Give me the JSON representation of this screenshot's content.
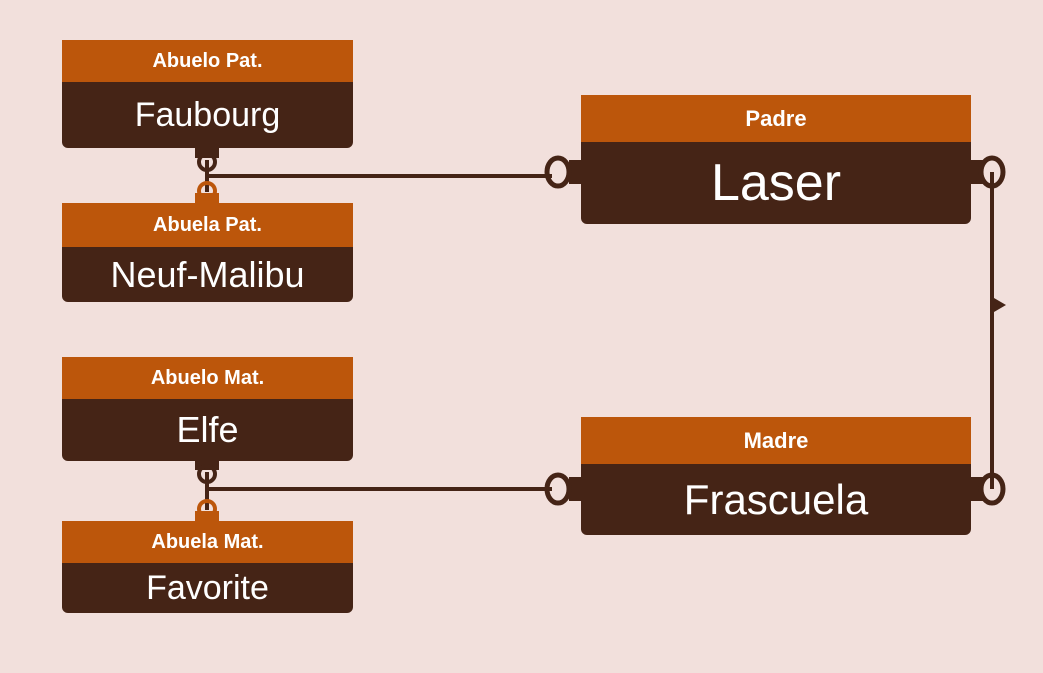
{
  "colors": {
    "background": "#f2e0dc",
    "header": "#bc560b",
    "body": "#452416",
    "connector": "#452416"
  },
  "pedigree": {
    "abuelo_paterno": {
      "role": "Abuelo Pat.",
      "name": "Faubourg"
    },
    "abuela_paterna": {
      "role": "Abuela Pat.",
      "name": "Neuf-Malibu"
    },
    "abuelo_materno": {
      "role": "Abuelo Mat.",
      "name": "Elfe"
    },
    "abuela_materna": {
      "role": "Abuela Mat.",
      "name": "Favorite"
    },
    "padre": {
      "role": "Padre",
      "name": "Laser"
    },
    "madre": {
      "role": "Madre",
      "name": "Frascuela"
    }
  },
  "edges": [
    {
      "from": "abuelo_paterno",
      "to": "abuela_paterna",
      "type": "pair-link"
    },
    {
      "from": "abuela_paterna",
      "to": "padre",
      "type": "parent-link"
    },
    {
      "from": "abuelo_materno",
      "to": "abuela_materna",
      "type": "pair-link"
    },
    {
      "from": "abuela_materna",
      "to": "madre",
      "type": "parent-link"
    },
    {
      "from": "padre",
      "to": "madre",
      "type": "parent-link"
    }
  ]
}
